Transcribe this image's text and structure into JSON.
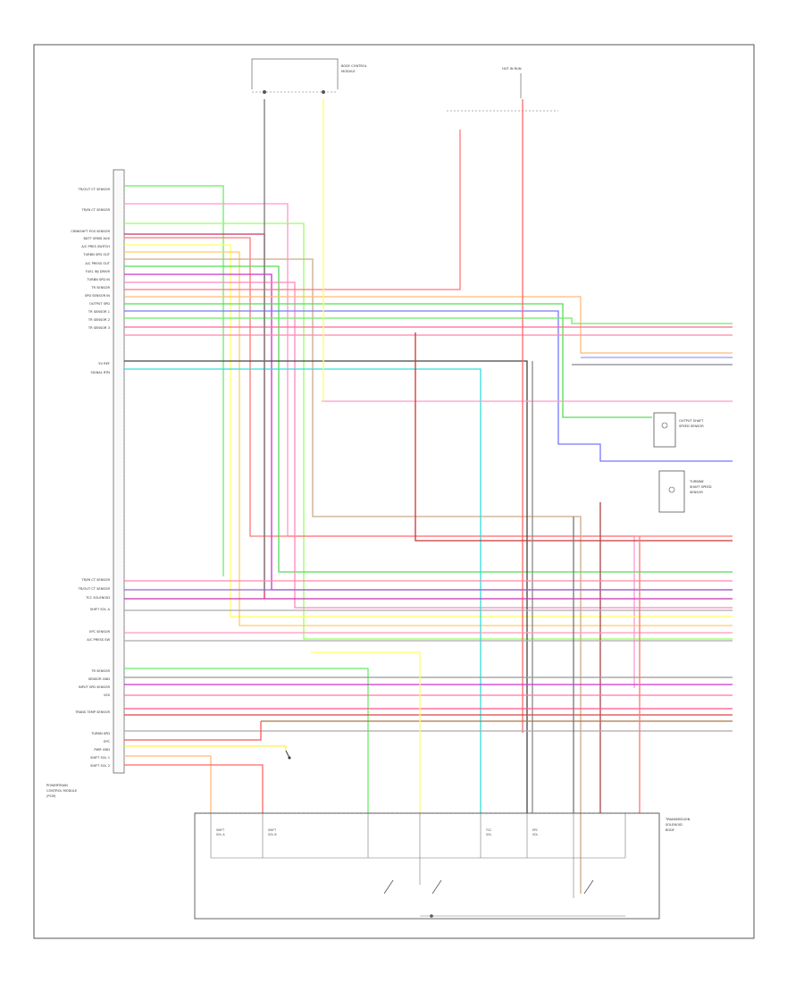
{
  "footer_code": "",
  "colors": {
    "yellow": "#ffff66",
    "pink": "#ff99cc",
    "magenta": "#cc33cc",
    "green": "#66ff66",
    "light_green": "#99ff99",
    "orange": "#ffcc88",
    "red": "#ff7777",
    "dark_red": "#cc3333",
    "blue": "#6666ff",
    "light_blue": "#9999ff",
    "cyan": "#44eeee",
    "gray": "#888888",
    "dark": "#333333",
    "tan": "#ccaa77",
    "purple": "#9966cc"
  },
  "pcm_pin_labels": [
    "TR/OUT CT SENSOR",
    "",
    "TR/IN CT SENSOR",
    "",
    "CRNKSHFT POS SENSOR",
    "BATT GRND AUX",
    "A/C PRES SWITCH",
    "TURBN SPD OUT",
    "A/C PRESS OUT",
    "FUEL INJ DRIVR",
    "TURBN SPD IN",
    "TR SENSOR",
    "SPD SENSOR IN",
    "OUTPUT SPD",
    "TR SENSOR 1",
    "TR SENSOR 2",
    "TR SENSOR 3",
    "",
    "5V REF",
    "SIGNAL RTN"
  ],
  "pcm_pin_labels_lower": [
    "TR/IN CT SENSOR",
    "TR/OUT CT SENSOR",
    "TCC SOLENOID",
    "SHIFT SOL A",
    "",
    "EPC SENSOR",
    "A/C PRESS SW",
    "",
    "",
    "TR SENSOR",
    "SENSOR GND",
    "INPUT SPD SENSOR",
    "VSS",
    "TRANS TEMP SENSOR",
    "",
    "TURBN SPD",
    "EPC",
    "PWR GND",
    "SHIFT SOL 1",
    "SHIFT SOL 2"
  ],
  "module_label_lines": [
    "POWERTRAIN",
    "CONTROL MODULE",
    "(PCM)",
    "",
    ""
  ],
  "transmission_label_lines": [
    "TRANSMISSION",
    "SOLENOID",
    "BODY",
    "",
    "",
    ""
  ],
  "top_connector_label_lines": [
    "BODY CONTROL",
    "MODULE",
    "",
    "",
    ""
  ],
  "top_right_label_lines": [
    "HOT IN RUN",
    "",
    ""
  ],
  "right_component_1_lines": [
    "OUTPUT SHAFT",
    "SPEED SENSOR",
    ""
  ],
  "right_component_2_lines": [
    "TURBINE",
    "SHAFT SPEED",
    "SENSOR",
    ""
  ],
  "center_splice_lines": [
    "",
    "",
    ""
  ],
  "bottom_component_labels": [
    [
      "SHIFT",
      "SOL A"
    ],
    [
      "SHIFT",
      "SOL B"
    ],
    [
      "TCC",
      "SOL"
    ],
    [
      "",
      "",
      ""
    ],
    [
      "EPC",
      "SOL"
    ],
    [
      "",
      ""
    ]
  ],
  "bottom_switch_labels": [
    [
      "",
      "",
      ""
    ],
    [
      "",
      ""
    ],
    [
      "",
      "",
      ""
    ]
  ],
  "wire_codes": [
    "",
    "",
    "",
    ""
  ]
}
